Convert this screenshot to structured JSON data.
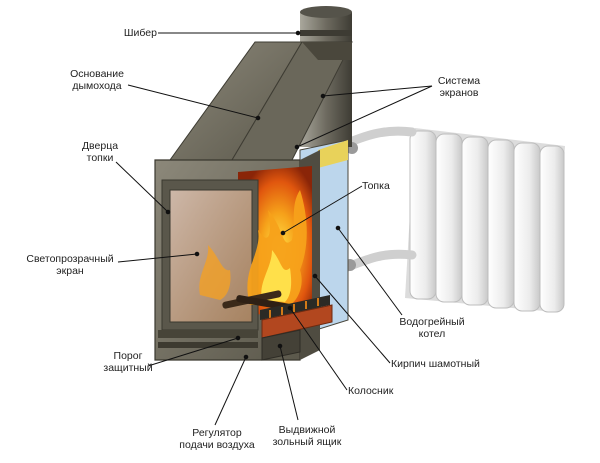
{
  "labels": {
    "shiber": "Шибер",
    "osnovanie_1": "Основание",
    "osnovanie_2": "дымохода",
    "sistema_1": "Система",
    "sistema_2": "экранов",
    "dverca_1": "Дверца",
    "dverca_2": "топки",
    "topka": "Топка",
    "ekran_1": "Светопрозрачный",
    "ekran_2": "экран",
    "vodo_1": "Водогрейный",
    "vodo_2": "котел",
    "porog_1": "Порог",
    "porog_2": "защитный",
    "kirpich": "Кирпич шамотный",
    "kolosnik": "Колосник",
    "regulator_1": "Регулятор",
    "regulator_2": "подачи воздуха",
    "yashik_1": "Выдвижной",
    "yashik_2": "зольный ящик"
  },
  "colors": {
    "metal": "#6f6b5c",
    "metal_dark": "#4a473c",
    "metal_light": "#8c887a",
    "fire": "#f08a14",
    "fire_hot": "#ffd21c",
    "brick": "#b2471f",
    "radiator": "#f2f2f2",
    "screen": "#cfe3f3",
    "leader": "#111111"
  }
}
